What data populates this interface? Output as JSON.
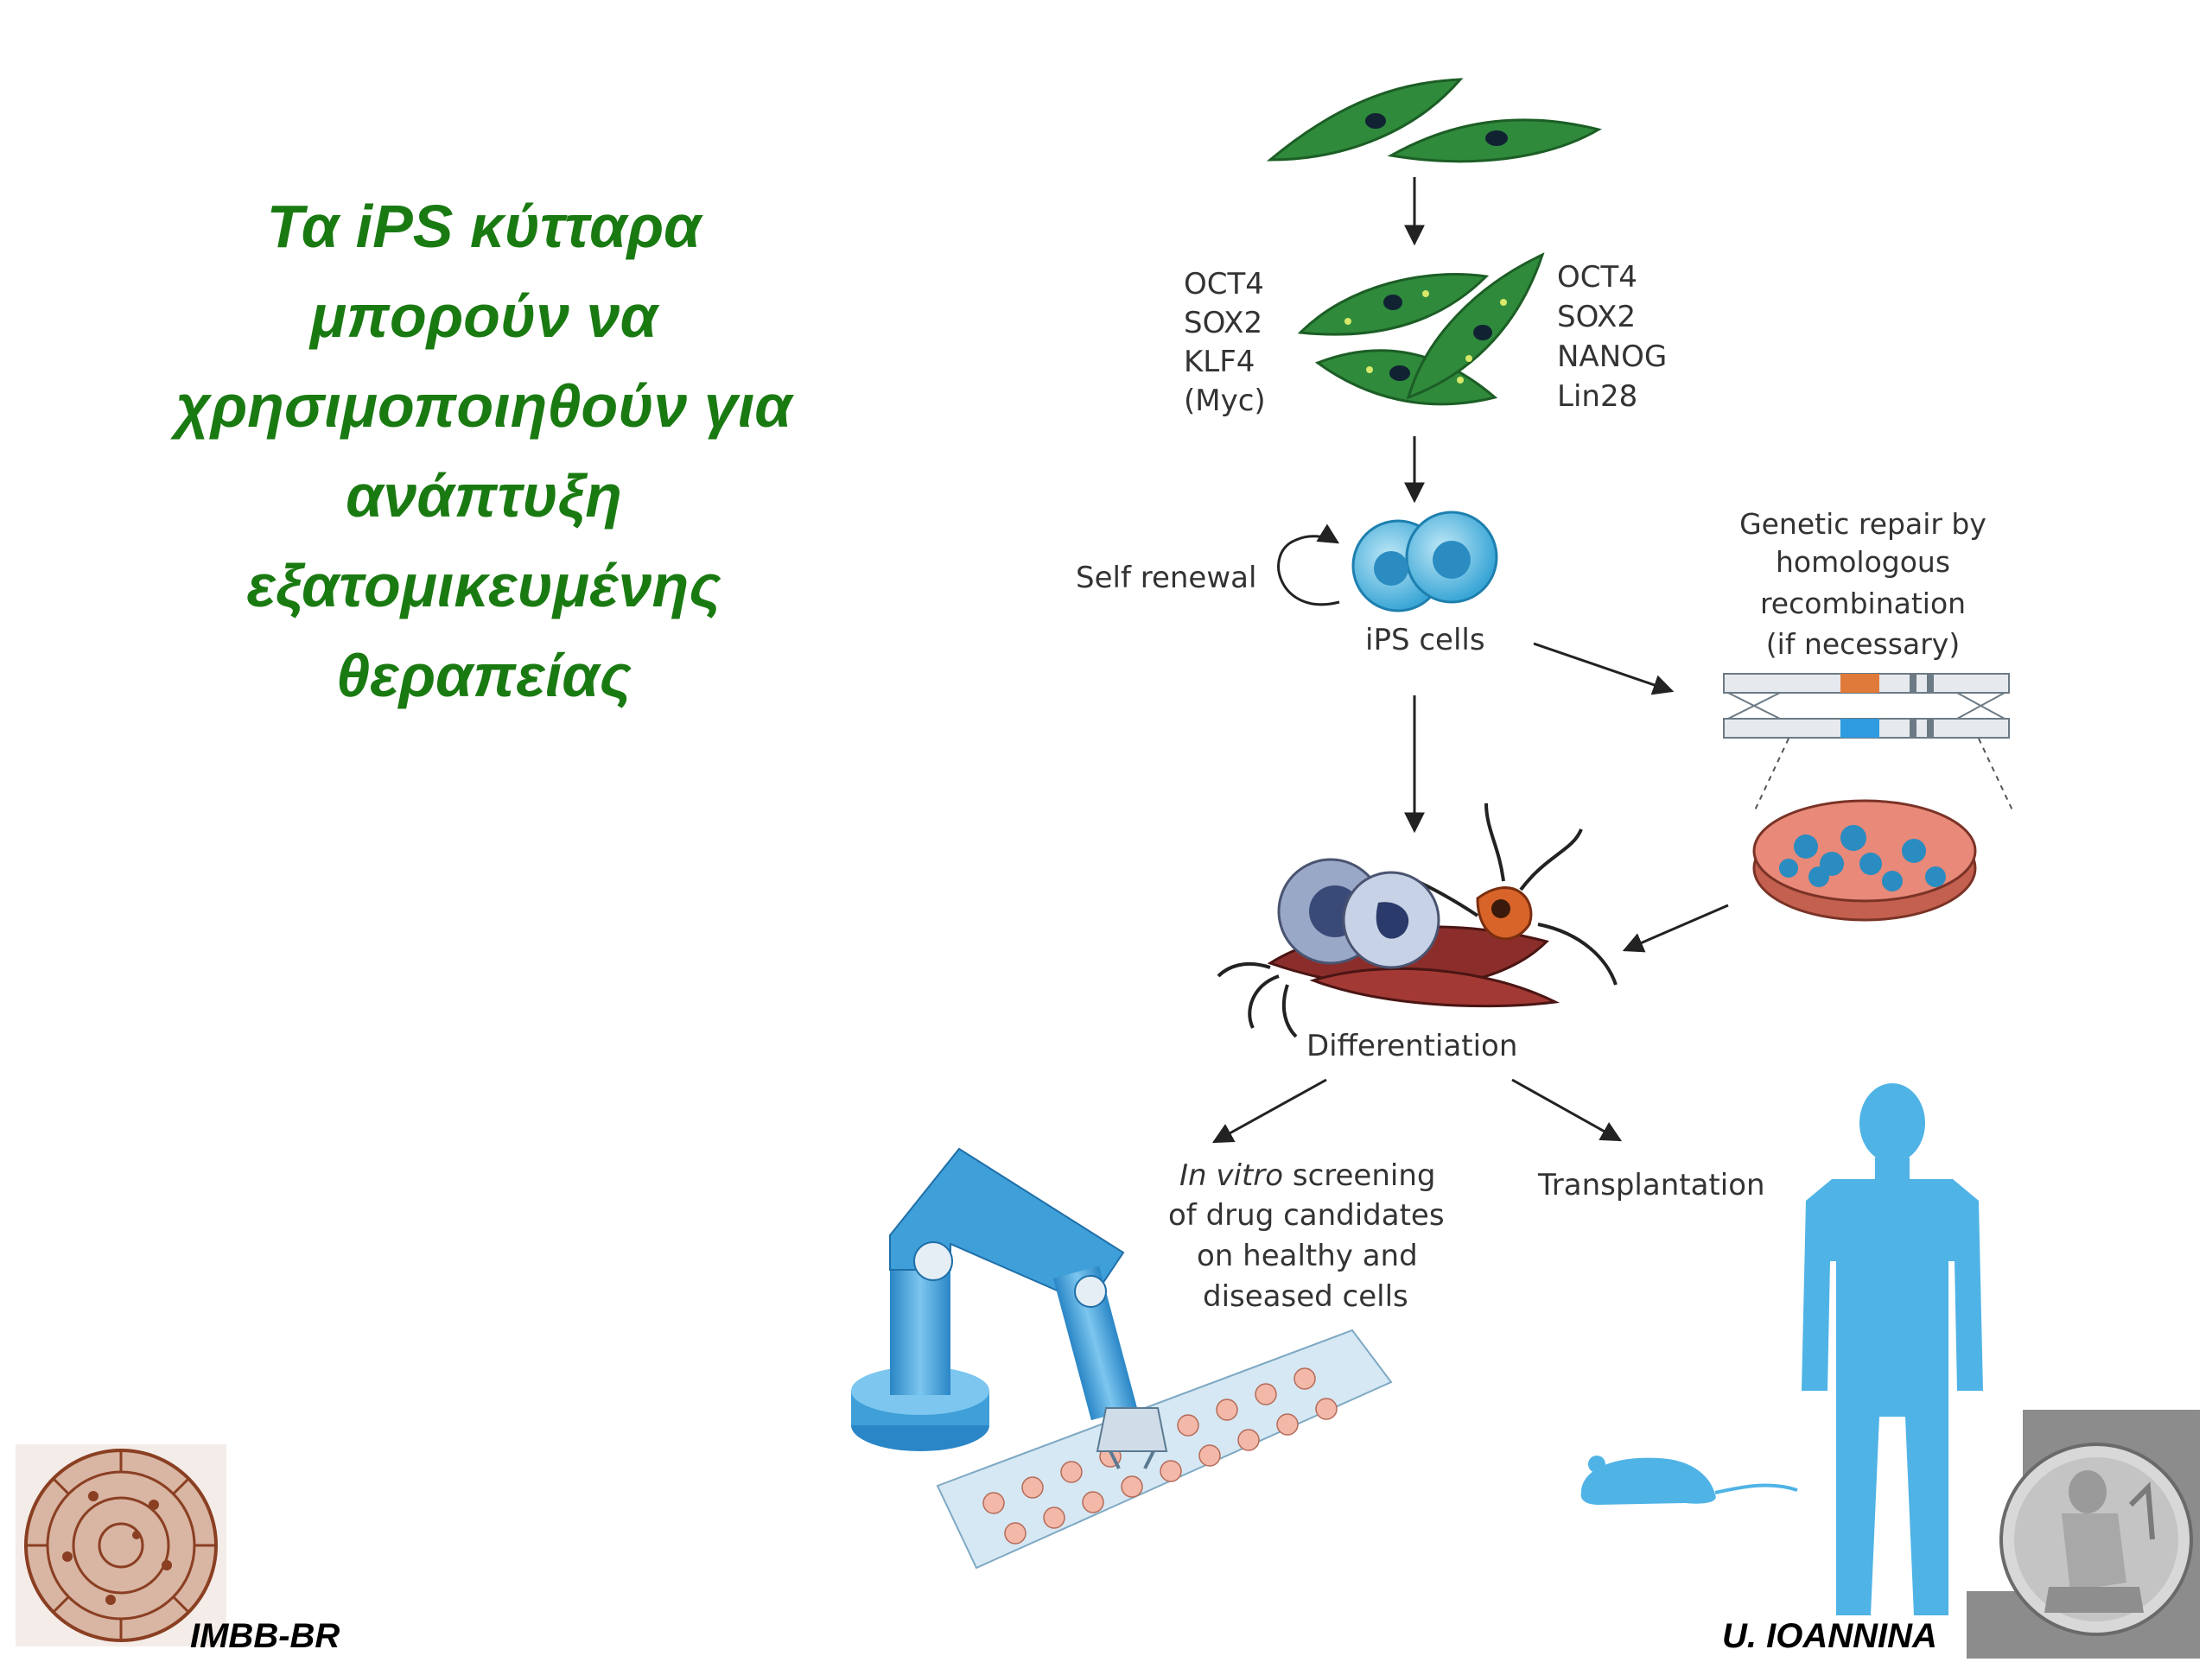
{
  "slide": {
    "title_lines": [
      "Τα iPS κύτταρα",
      "μπορούν να",
      "χρησιμοποιηθούν για",
      "ανάπτυξη",
      "εξατομικευμένης",
      "θεραπείας"
    ],
    "title_color": "#1a7a12"
  },
  "diagram": {
    "factors_left": [
      "OCT4",
      "SOX2",
      "KLF4",
      "(Myc)"
    ],
    "factors_right": [
      "OCT4",
      "SOX2",
      "NANOG",
      "Lin28"
    ],
    "self_renewal": "Self renewal",
    "ips_cells": "iPS cells",
    "genetic_repair": [
      "Genetic repair by",
      "homologous",
      "recombination",
      "(if necessary)"
    ],
    "differentiation": "Differentiation",
    "screening_italic": "In vitro",
    "screening_lines": [
      " screening",
      "of drug candidates",
      "on healthy and",
      "diseased cells"
    ],
    "transplantation": "Transplantation",
    "colors": {
      "cell_green": "#2e8b3a",
      "ips_blue": "#4fb6e0",
      "robot_blue": "#3f9fd8",
      "human_blue": "#4fb3e6",
      "dish_pink": "#e8897a"
    }
  },
  "footer": {
    "left_label": "IMBB-BR",
    "right_label": "U. IOANNINA"
  },
  "icons": {
    "left_logo": "phaistos-disc-icon",
    "right_logo": "ancient-coin-icon"
  }
}
